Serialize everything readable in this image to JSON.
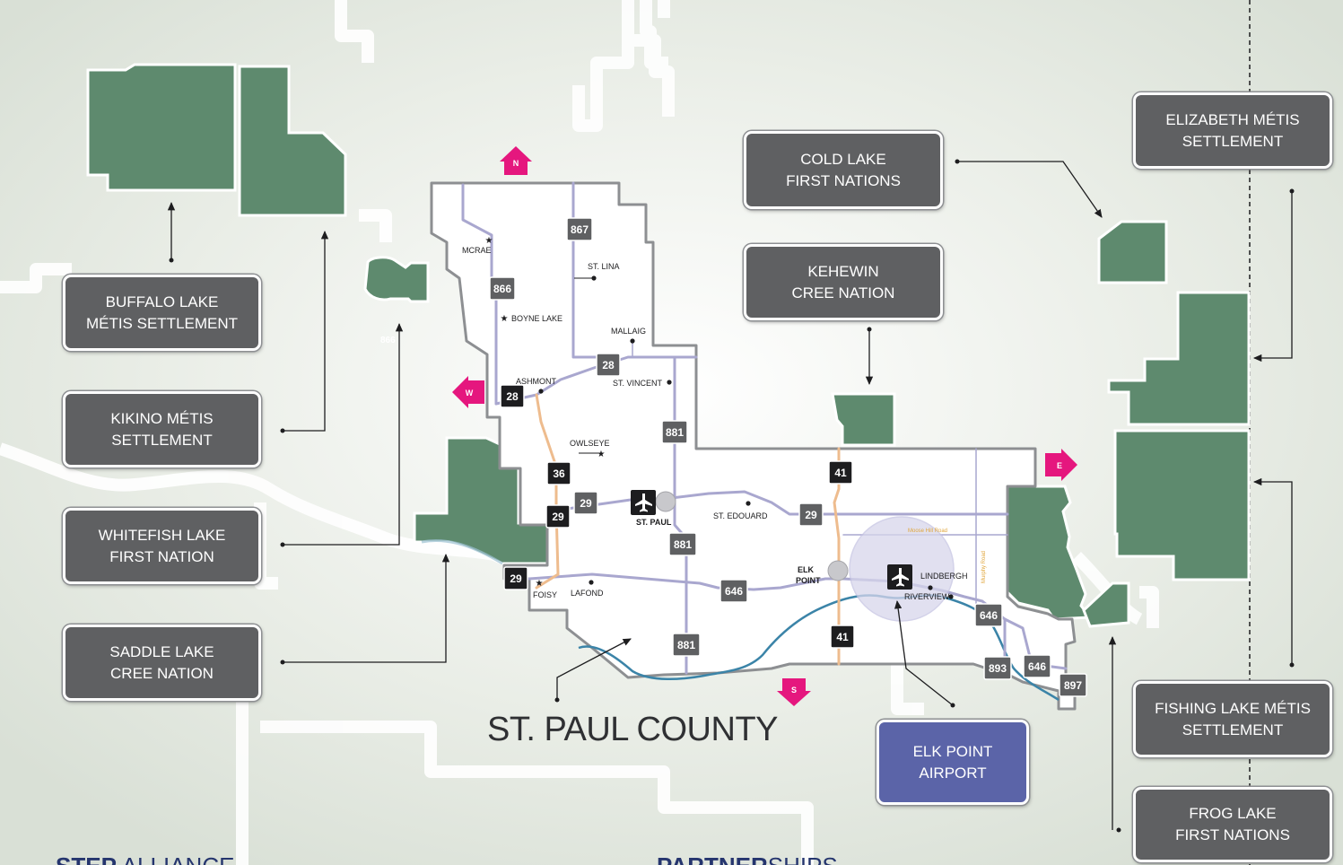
{
  "county_title": "ST. PAUL COUNTY",
  "compass": {
    "north": "N",
    "south": "S",
    "east": "E",
    "west": "W"
  },
  "callouts": {
    "buffalo_lake": [
      "BUFFALO LAKE",
      "MÉTIS SETTLEMENT"
    ],
    "kikino": [
      "KIKINO MÉTIS",
      "SETTLEMENT"
    ],
    "whitefish": [
      "WHITEFISH LAKE",
      "FIRST NATION"
    ],
    "saddle_lake": [
      "SADDLE LAKE",
      "CREE NATION"
    ],
    "cold_lake": [
      "COLD LAKE",
      "FIRST NATIONS"
    ],
    "kehewin": [
      "KEHEWIN",
      "CREE NATION"
    ],
    "elizabeth": [
      "ELIZABETH MÉTIS",
      "SETTLEMENT"
    ],
    "fishing_lake": [
      "FISHING LAKE MÉTIS",
      "SETTLEMENT"
    ],
    "frog_lake": [
      "FROG LAKE",
      "FIRST NATIONS"
    ],
    "elk_point_airport": [
      "ELK POINT",
      "AIRPORT"
    ]
  },
  "places": {
    "mcrae": "MCRAE",
    "st_lina": "ST. LINA",
    "boyne_lake": "BOYNE LAKE",
    "mallaig": "MALLAIG",
    "ashmont": "ASHMONT",
    "st_vincent": "ST. VINCENT",
    "owlseye": "OWLSEYE",
    "st_paul": "ST. PAUL",
    "st_edouard": "ST. EDOUARD",
    "elk_point_1": "ELK",
    "elk_point_2": "POINT",
    "lindbergh": "LINDBERGH",
    "riverview": "RIVERVIEW",
    "foisy": "FOISY",
    "lafond": "LAFOND",
    "moose_hill_road": "Moose Hill Road",
    "murphy_road": "Murphy Road",
    "hwy_866_outside": "866"
  },
  "highways": {
    "h867": "867",
    "h866": "866",
    "h28_east": "28",
    "h28_west": "28",
    "h881_north": "881",
    "h36": "36",
    "h29_a": "29",
    "h29_b": "29",
    "h29_east": "29",
    "h29_south": "29",
    "h41_north": "41",
    "h881_mid": "881",
    "h646_west": "646",
    "h881_south": "881",
    "h41_south": "41",
    "h646_east": "646",
    "h893": "893",
    "h646_far": "646",
    "h897": "897"
  },
  "footer": {
    "left_bold": "STEP",
    "left_light": " ALLIANCE",
    "right_bold": "PARTNER",
    "right_light": "SHIPS"
  },
  "colors": {
    "reserve_green": "#5e8a6e",
    "callout_gray": "#5f6062",
    "airport_purple": "#5b64a8",
    "compass_pink": "#e5177e",
    "road_purple": "#a9a7cf",
    "road_orange": "#eebc8e",
    "river_blue": "#3b84a8"
  }
}
